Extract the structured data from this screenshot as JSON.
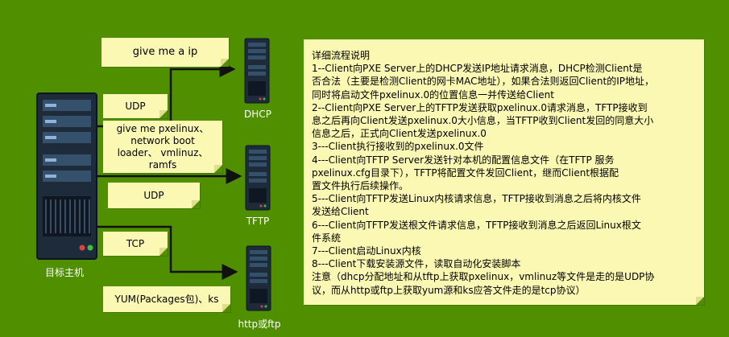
{
  "client_label": "目标主机",
  "servers": {
    "dhcp": "DHCP",
    "tftp": "TFTP",
    "http": "http或ftp"
  },
  "notes": {
    "give_ip": "give me a ip",
    "udp1": "UDP",
    "give_pxelinux": "give me pxelinux、network boot loader、 vmlinuz、ramfs",
    "udp2": "UDP",
    "tcp": "TCP",
    "yum": "YUM(Packages包)、ks"
  },
  "description": [
    "详细流程说明",
    "1--Client向PXE Server上的DHCP发送IP地址请求消息，DHCP检测Client是",
    "否合法（主要是检测Client的网卡MAC地址），如果合法则返回Client的IP地址，",
    "同时将启动文件pxelinux.0的位置信息一并传送给Client",
    "2--Client向PXE Server上的TFTP发送获取pxelinux.0请求消息，TFTP接收到",
    "息之后再向Client发送pxelinux.0大小信息，当TFTP收到Client发回的同意大小",
    "信息之后，正式向Client发送pxelinux.0",
    "3---Client执行接收到的pxelinux.0文件",
    "4---Client向TFTP Server发送针对本机的配置信息文件（在TFTP 服务",
    "pxelinux.cfg目录下），TFTP将配置文件发回Client，继而Client根据配",
    "置文件执行后续操作。",
    "5---Client向TFTP发送Linux内核请求信息，TFTP接收到消息之后将内核文件",
    "发送给Client",
    "6---Client向TFTP发送根文件请求信息，TFTP接收到消息之后返回Linux根文",
    "件系统",
    "7---Client启动Linux内核",
    "8---Client下载安装源文件，读取自动化安装脚本",
    "注意（dhcp分配地址和从tftp上获取pxelinux，vmlinuz等文件是走的是UDP协",
    "议，而从http或ftp上获取yum源和ks应答文件走的是tcp协议）"
  ]
}
